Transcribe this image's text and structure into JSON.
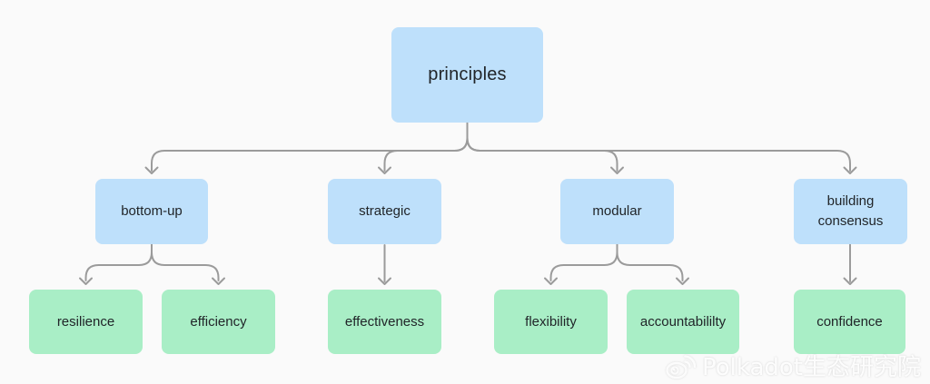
{
  "canvas": {
    "background": "#fafafa"
  },
  "colors": {
    "branch_fill": "#bee0fb",
    "leaf_fill": "#a9eec6",
    "connector": "#9b9b9b",
    "node_text": "#212529",
    "watermark_text": "#ffffff"
  },
  "tree": {
    "root": "principles",
    "children": [
      {
        "label": "bottom-up",
        "children": [
          "resilience",
          "efficiency"
        ]
      },
      {
        "label": "strategic",
        "children": [
          "effectiveness"
        ]
      },
      {
        "label": "modular",
        "children": [
          "flexibility",
          "accountabililty"
        ]
      },
      {
        "label": "building consensus",
        "children": [
          "confidence"
        ]
      }
    ]
  },
  "watermark": {
    "icon": "weibo-icon",
    "text": "Polkadot生态研究院"
  }
}
